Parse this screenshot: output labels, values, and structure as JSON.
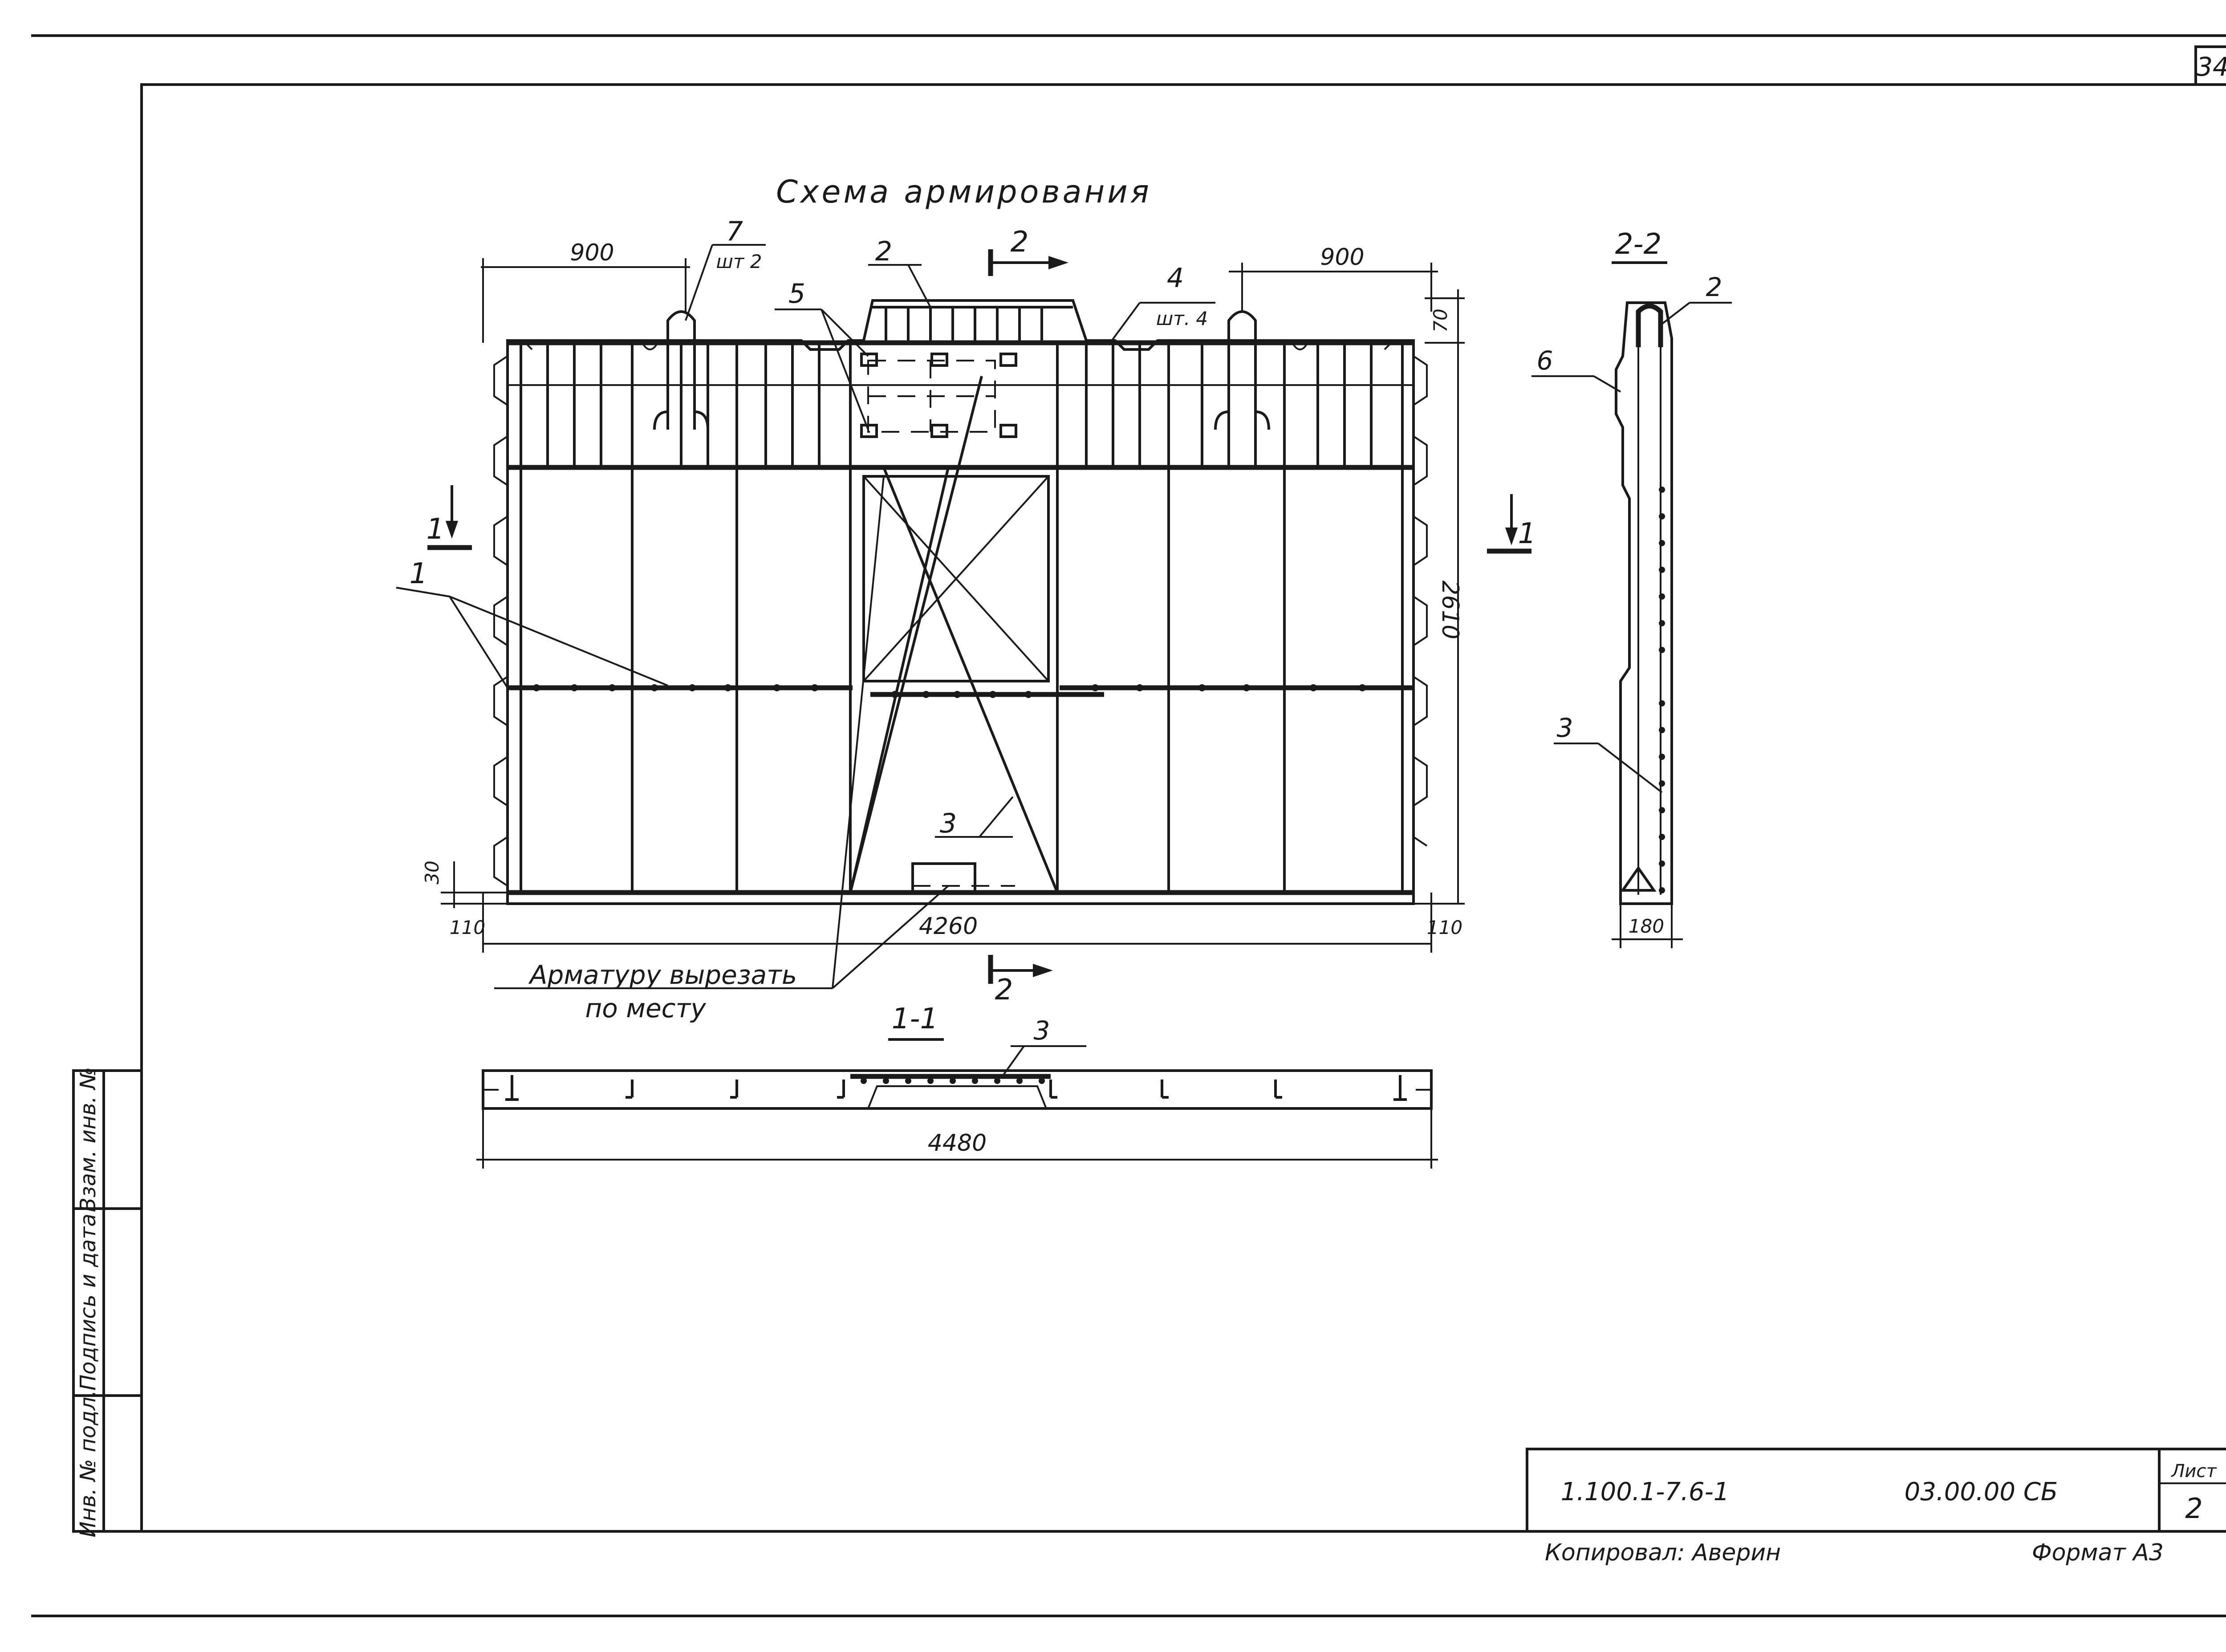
{
  "sheet": {
    "page_number": "34",
    "scheme_title": "Схема армирования",
    "section_22_title": "2-2",
    "section_11_title": "1-1",
    "sheet_label": "Лист",
    "sheet_number": "2",
    "doc_code": "1.100.1-7.6-1",
    "doc_designation": "03.00.00 СБ",
    "copied_by": "Копировал: Аверин",
    "format": "Формат А3"
  },
  "side_stamp": {
    "ref_number": "Взам. инв. №",
    "sign_date": "Подпись и дата",
    "inv_number": "Инв. № подл."
  },
  "dimensions": {
    "d_900_left": "900",
    "d_900_right": "900",
    "d_4260": "4260",
    "d_4480": "4480",
    "d_2610": "2610",
    "d_110_left": "110",
    "d_110_right": "110",
    "d_30": "30",
    "d_70": "70",
    "d_180": "180"
  },
  "section_marks": {
    "s2_top": "2",
    "s2_bottom": "2",
    "s1_left": "1",
    "s1_right": "1"
  },
  "callouts": {
    "c1": "1",
    "c2": "2",
    "c3": "3",
    "c4": "4",
    "c4_qty": "шт. 4",
    "c5": "5",
    "c7": "7",
    "c7_qty": "шт 2",
    "s22_c2": "2",
    "s22_c3": "3",
    "s22_c6": "6",
    "s11_c3": "3"
  },
  "note": {
    "line1": "Арматуру вырезать",
    "line2": "по месту"
  }
}
